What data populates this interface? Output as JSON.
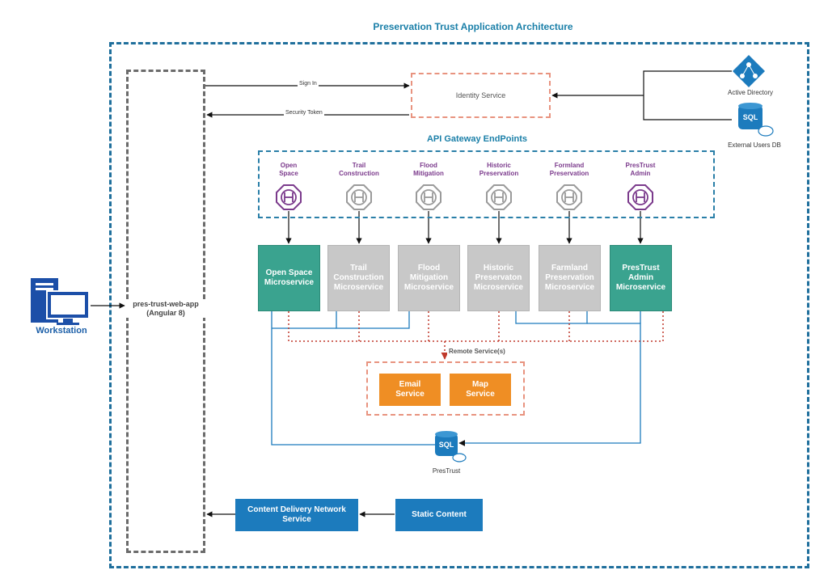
{
  "title": "Preservation Trust  Application Architecture",
  "webapp": {
    "line1": "pres-trust-web-app",
    "line2": "(Angular 8)"
  },
  "workstation": "Workstation",
  "identity_service": "Identity Service",
  "edges": {
    "sign_in": "Sign In",
    "security_token": "Security Token"
  },
  "active_directory": "Active Directory",
  "external_users_db": "External Users DB",
  "sql_label": "SQL",
  "api_gateway_title": "API Gateway EndPoints",
  "endpoints": [
    {
      "line1": "Open",
      "line2": "Space",
      "active": true
    },
    {
      "line1": "Trail",
      "line2": "Construction",
      "active": false
    },
    {
      "line1": "Flood",
      "line2": "Mitigation",
      "active": false
    },
    {
      "line1": "Historic",
      "line2": "Preservation",
      "active": false
    },
    {
      "line1": "Formland",
      "line2": "Preservation",
      "active": false
    },
    {
      "line1": "PresTrust",
      "line2": "Admin",
      "active": true
    }
  ],
  "microservices": [
    {
      "lines": [
        "Open Space",
        "Microservice"
      ],
      "active": true
    },
    {
      "lines": [
        "Trail",
        "Construction",
        "Microservice"
      ],
      "active": false
    },
    {
      "lines": [
        "Flood",
        "Mitigation",
        "Microservice"
      ],
      "active": false
    },
    {
      "lines": [
        "Historic",
        "Preservaton",
        "Microservice"
      ],
      "active": false
    },
    {
      "lines": [
        "Farmland",
        "Preservation",
        "Microservice"
      ],
      "active": false
    },
    {
      "lines": [
        "PresTrust",
        "Admin",
        "Microservice"
      ],
      "active": true
    }
  ],
  "remote_services_label": "Remote Service(s)",
  "email_service": {
    "line1": "Email",
    "line2": "Service"
  },
  "map_service": {
    "line1": "Map",
    "line2": "Service"
  },
  "prestrust_db": "PresTrust",
  "cdn": {
    "line1": "Content Delivery Network",
    "line2": "Service"
  },
  "static_content": "Static Content",
  "colors": {
    "teal": "#3aa38f",
    "grey": "#c8c8c8",
    "orange": "#ef8e24",
    "blue": "#1c7bbd",
    "purple": "#7b3a8c",
    "dotted_red": "#c0392b"
  }
}
